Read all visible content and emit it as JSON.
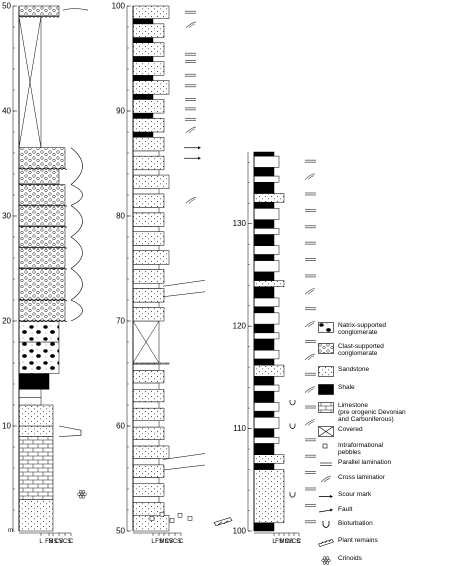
{
  "columns": [
    {
      "id": "col1",
      "range": [
        0,
        50
      ],
      "depth_ticks": [
        {
          "value": 10,
          "label": "10"
        },
        {
          "value": 20,
          "label": "20"
        },
        {
          "value": 30,
          "label": "30"
        },
        {
          "value": 40,
          "label": "40"
        },
        {
          "value": 50,
          "label": "50"
        }
      ],
      "base_label": "m",
      "grain_axis": [
        "L",
        "FS",
        "MS",
        "CS",
        "VCS",
        "C"
      ]
    },
    {
      "id": "col2",
      "range": [
        50,
        100
      ],
      "depth_ticks": [
        {
          "value": 50,
          "label": "50"
        },
        {
          "value": 60,
          "label": "60"
        },
        {
          "value": 70,
          "label": "70"
        },
        {
          "value": 80,
          "label": "80"
        },
        {
          "value": 90,
          "label": "90"
        },
        {
          "value": 100,
          "label": "100"
        }
      ],
      "grain_axis": [
        "L",
        "FS",
        "MS",
        "CS",
        "VCS",
        "C"
      ]
    },
    {
      "id": "col3",
      "range": [
        100,
        137
      ],
      "depth_ticks": [
        {
          "value": 100,
          "label": "100"
        },
        {
          "value": 110,
          "label": "110"
        },
        {
          "value": 120,
          "label": "120"
        },
        {
          "value": 130,
          "label": "130"
        }
      ],
      "grain_axis": [
        "L",
        "FS",
        "MS",
        "CS",
        "VCS",
        "C"
      ]
    }
  ],
  "legend": [
    {
      "key": "matrix",
      "icon": "matrix-conglomerate-swatch",
      "lines": [
        "Natrix-supported",
        "conglomerate"
      ]
    },
    {
      "key": "clast",
      "icon": "clast-conglomerate-swatch",
      "lines": [
        "Clast-supported",
        "conglomerate"
      ]
    },
    {
      "key": "sandstone",
      "icon": "sandstone-swatch",
      "lines": [
        "Sandstone"
      ]
    },
    {
      "key": "shale",
      "icon": "shale-swatch",
      "lines": [
        "Shale"
      ]
    },
    {
      "key": "limestone",
      "icon": "limestone-swatch",
      "lines": [
        "Limestone",
        "(pre orogenic Devonian",
        "and Carboniferous)"
      ]
    },
    {
      "key": "covered",
      "icon": "covered-swatch",
      "lines": [
        "Covered"
      ]
    },
    {
      "key": "pebbles",
      "icon": "pebbles-icon",
      "lines": [
        "Intraformational",
        "pebbles"
      ]
    },
    {
      "key": "parallel",
      "icon": "parallel-lamination-icon",
      "lines": [
        "Parallel lamination"
      ]
    },
    {
      "key": "cross",
      "icon": "cross-lamination-icon",
      "lines": [
        "Cross laminatior"
      ]
    },
    {
      "key": "scour",
      "icon": "scour-mark-icon",
      "lines": [
        "Scour mark"
      ]
    },
    {
      "key": "fault",
      "icon": "fault-icon",
      "lines": [
        "Fault"
      ]
    },
    {
      "key": "bioturbation",
      "icon": "bioturbation-icon",
      "lines": [
        "Bioturbation"
      ]
    },
    {
      "key": "plants",
      "icon": "plant-remains-icon",
      "lines": [
        "Plant remains"
      ]
    },
    {
      "key": "crinoids",
      "icon": "crinoid-icon",
      "lines": [
        "Crinoids"
      ]
    }
  ],
  "colors": {
    "ink": "#000000",
    "paper": "#ffffff",
    "structure_grey": "#555555"
  }
}
